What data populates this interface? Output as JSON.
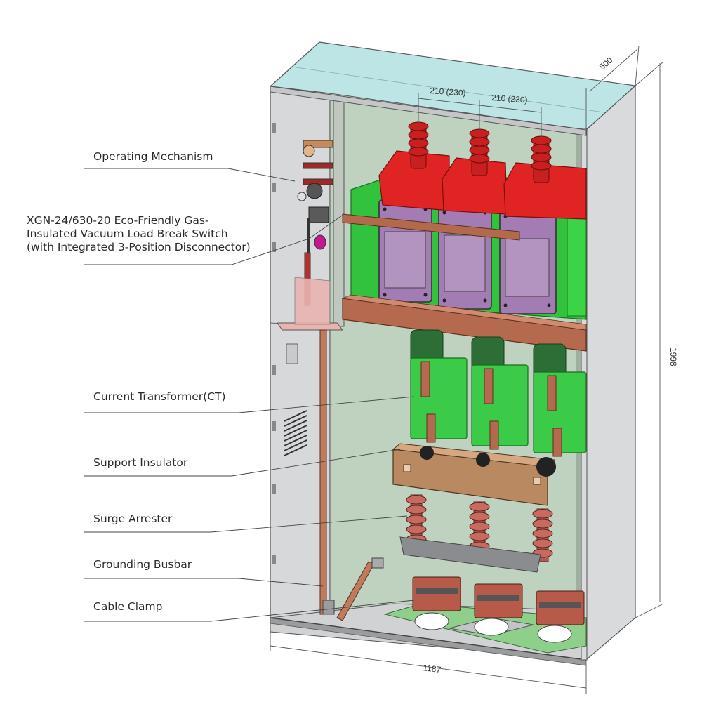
{
  "callouts": {
    "operating_mechanism": "Operating Mechanism",
    "load_break_switch": {
      "line1": "XGN-24/630-20 Eco-Friendly Gas-",
      "line2": "Insulated Vacuum Load Break Switch",
      "line3": "(with Integrated 3-Position Disconnector)"
    },
    "current_transformer": "Current Transformer(CT)",
    "support_insulator": "Support Insulator",
    "surge_arrester": "Surge Arrester",
    "grounding_busbar": "Grounding Busbar",
    "cable_clamp": "Cable Clamp"
  },
  "dimensions": {
    "phase_spacing_1": "210 (230)",
    "phase_spacing_2": "210 (230)",
    "depth": "500",
    "height": "1998",
    "width": "1187"
  },
  "colors": {
    "cabinet_panel": "#d4d6d8",
    "roof": "#b9e3e3",
    "interior_back": "#bccfbc",
    "switch_green": "#2fc23a",
    "bushing_red": "#e02020",
    "chamber_purple": "#a37eb3",
    "copper": "#b0604a",
    "insulator": "#c26860"
  }
}
